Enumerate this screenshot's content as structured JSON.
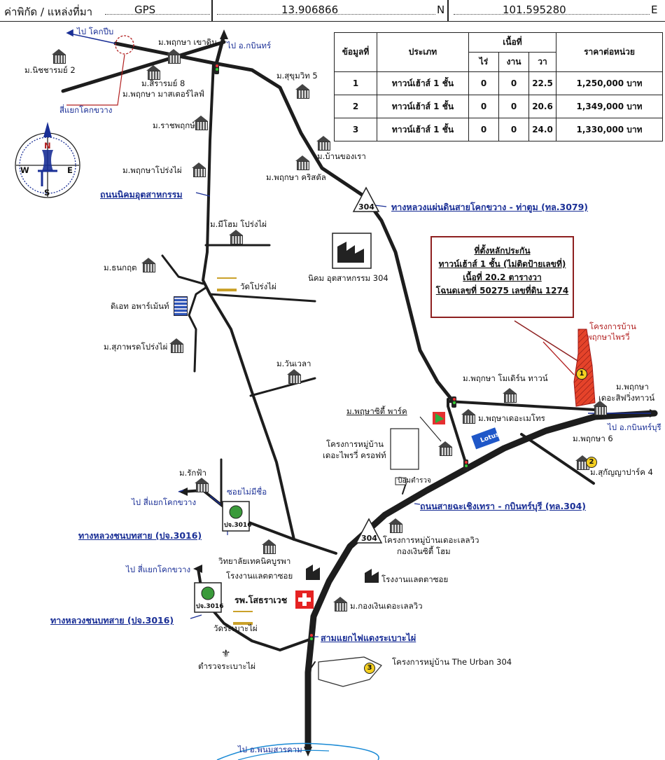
{
  "header": {
    "coord_label": "ค่าพิกัด / แหล่งที่มา",
    "source": "GPS",
    "lat": "13.906866",
    "lat_dir": "N",
    "lon": "101.595280",
    "lon_dir": "E"
  },
  "table": {
    "headers": {
      "no": "ข้อมูลที่",
      "type": "ประเภท",
      "area": "เนื้อที่",
      "rai": "ไร่",
      "ngan": "งาน",
      "wa": "วา",
      "price": "ราคาต่อหน่วย"
    },
    "rows": [
      {
        "no": "1",
        "type": "ทาวน์เฮ้าส์ 1 ชั้น",
        "rai": "0",
        "ngan": "0",
        "wa": "22.5",
        "price": "1,250,000 บาท"
      },
      {
        "no": "2",
        "type": "ทาวน์เฮ้าส์ 1 ชั้น",
        "rai": "0",
        "ngan": "0",
        "wa": "20.6",
        "price": "1,349,000 บาท"
      },
      {
        "no": "3",
        "type": "ทาวน์เฮ้าส์ 1 ชั้น",
        "rai": "0",
        "ngan": "0",
        "wa": "24.0",
        "price": "1,330,000 บาท"
      }
    ]
  },
  "callout": {
    "line1": "ที่ตั้งหลักประกัน",
    "line2": "ทาวน์เฮ้าส์ 1 ชั้น (ไม่ติดป้ายเลขที่)",
    "line3": "เนื้อที่ 20.2 ตารางวา",
    "line4": "โฉนดเลขที่ 50275 เลขที่ดิน 1274"
  },
  "compass": {
    "n": "N",
    "s": "S",
    "e": "E",
    "w": "W"
  },
  "labels": {
    "to_khok_pip": "ไป โคกปีบ",
    "m_nitcharam2": "ม.นิชชารมย์ 2",
    "m_phruksa_khaodin": "ม.พฤกษา เขาดิน",
    "to_kabin": "ไป อ.กบินทร์",
    "m_siraram8": "ม.สิรารมย์ 8",
    "m_phruksa_master": "ม.พฤกษา มาสเตอร์ไลฟ์",
    "sukhumvit5": "ม.สุขุมวิท 5",
    "khok_khwang_junction": "สี่แยกโคกขวาง",
    "m_ratchaphruek": "ม.ราชพฤกษ์",
    "m_baan_khong_rao": "ม.บ้านของเรา",
    "m_phruksa_prongphai": "ม.พฤกษาโปร่งไผ่",
    "m_phruksa_crystal": "ม.พฤกษา คริสตัล",
    "m_mihom": "ม.มีโฮม โปร่งไผ่",
    "m_thanakrit": "ม.ธนกฤต",
    "wat_prongphai": "วัดโปร่งไผ่",
    "industrial_304": "นิคม อุตสาหกรรม 304",
    "d_apartment": "ดิเอท อพาร์เม้นท์",
    "m_suphaphon": "ม.สุภาพรดโปร่งไผ่",
    "m_wanwela": "ม.วันเวลา",
    "proj_phruksa_phrai": "โครงการบ้าน",
    "proj_phruksa_phrai2": "พฤกษาไพรวี่",
    "m_phruksa_modern": "ม.พฤกษา โมเดิร์น ทาวน์",
    "m_phruksa_the_springs": "ม.พฤกษา",
    "m_phruksa_the_springs2": "เดอะสิฟวิ่งทาวน์",
    "m_phruksa_city_park": "ม.พฤษาซิตี้ พาร์ค",
    "m_phruksa_metro": "ม.พฤษาเดอะเมโทร",
    "to_kabinburi": "ไป อ.กบินทร์บุรี",
    "m_phruksa6": "ม.พฤกษา 6",
    "proj_the_privy": "โครงการหมู่บ้าน",
    "proj_the_privy2": "เดอะไพรวี่ ครอฟท์",
    "m_sukanya": "ม.สุกัญญาปาร์ค 4",
    "police_box": "ป้อมตำรวจ",
    "m_rakfa": "ม.รักฟ้า",
    "soi_no_name": "ซอยไม่มีชื่อ",
    "to_khok_khwang": "ไป สี่แยกโคกขวาง",
    "proj_delleview": "โครงการหมู่บ้านเดอะเลลวิว",
    "proj_delleview2": "กองเงินซิตี้ โฮม",
    "college": "วิทยาลัยเทคนิคบูรพา",
    "factory_1": "โรงงานแลตตาซอย",
    "factory_2": "โรงงานแลตตาซอย",
    "to_khok_khwang2": "ไป สี่แยกโคกขวาง",
    "hospital": "รพ.โสธราเวช",
    "m_kongngoen": "ม.กองเงินเดอะเลลวิว",
    "wat_rabaophai": "วัดระเบาะไผ่",
    "police": "ตำรวจระเบาะไผ่",
    "urban_304": "โครงการหมู่บ้าน The Urban 304",
    "to_phanom_sarakham": "ไป อ.พนมสารคาม",
    "pj_3016_a": "ปจ.3016",
    "pj_3016_b": "ปจ.3016",
    "route304_a": "304",
    "route304_b": "304",
    "lotus": "Lotus"
  },
  "roads": {
    "highway_3079": "ทางหลวงแผ่นดินสายโคกขวาง - ท่าตูม (ทล.3079)",
    "nikhom_road": "ถนนนิคมอุตสาหกรรม",
    "highway_304": "ถนนสายฉะเชิงเทรา - กบินทร์บุรี (ทล.304)",
    "rural_3016_a": "ทางหลวงชนบทสาย (ปจ.3016)",
    "rural_3016_b": "ทางหลวงชนบทสาย (ปจ.3016)",
    "rabaophai_junction": "สามแยกไฟแดงระเบาะไผ่"
  },
  "markers": [
    "1",
    "2",
    "3"
  ],
  "colors": {
    "road": "#1d1d1d",
    "label_blue": "#1a2f96",
    "property_red": "#e5432a",
    "callout_border": "#8e2020"
  }
}
